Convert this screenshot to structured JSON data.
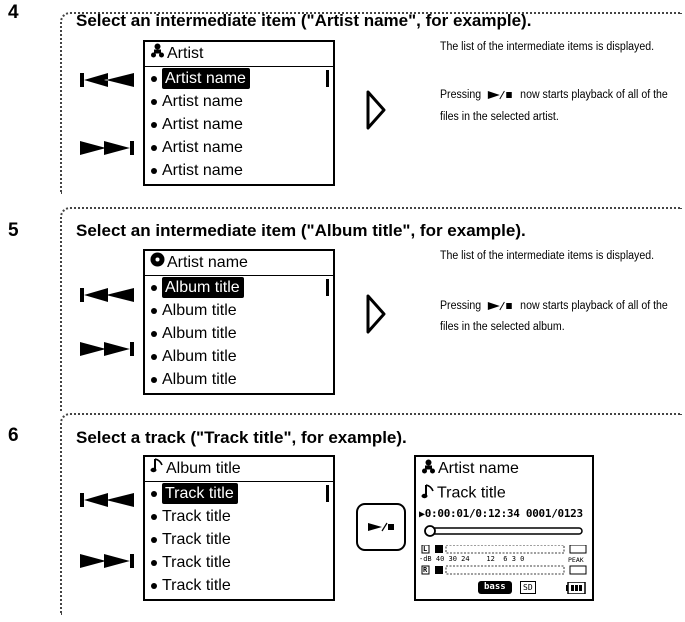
{
  "step4": {
    "number": "4",
    "heading": "Select an intermediate item (\"Artist name\", for example).",
    "screen_header": "Artist",
    "screen_header_icon": "artist-icon",
    "items": [
      "Artist name",
      "Artist name",
      "Artist name",
      "Artist name",
      "Artist name"
    ],
    "selected_index": 0,
    "desc1": "The list of the intermediate items is displayed.",
    "desc2_before": "Pressing",
    "desc2_after": "now starts playback of all of the",
    "desc3": "files in the selected artist."
  },
  "step5": {
    "number": "5",
    "heading": "Select an intermediate item (\"Album title\", for example).",
    "screen_header": "Artist name",
    "screen_header_icon": "album-disc-icon",
    "items": [
      "Album title",
      "Album title",
      "Album title",
      "Album title",
      "Album title"
    ],
    "selected_index": 0,
    "desc1": "The list of the intermediate items is displayed.",
    "desc2_before": "Pressing",
    "desc2_after": "now starts playback of all of the",
    "desc3": "files in the selected album."
  },
  "step6": {
    "number": "6",
    "heading": "Select a track (\"Track title\", for example).",
    "screen_header": "Album title",
    "screen_header_icon": "music-note-icon",
    "items": [
      "Track title",
      "Track title",
      "Track title",
      "Track title",
      "Track title"
    ],
    "selected_index": 0,
    "player": {
      "artist": "Artist name",
      "track": "Track title",
      "time": "0:00:01/0:12:34",
      "counter": "0001/0123",
      "meter_scale": "-dB 40 30 24    12  6 3 0",
      "peak_label": "PEAK",
      "left_channel": "L",
      "right_channel": "R",
      "bass_label": "bass",
      "sd_label": "SD"
    }
  }
}
